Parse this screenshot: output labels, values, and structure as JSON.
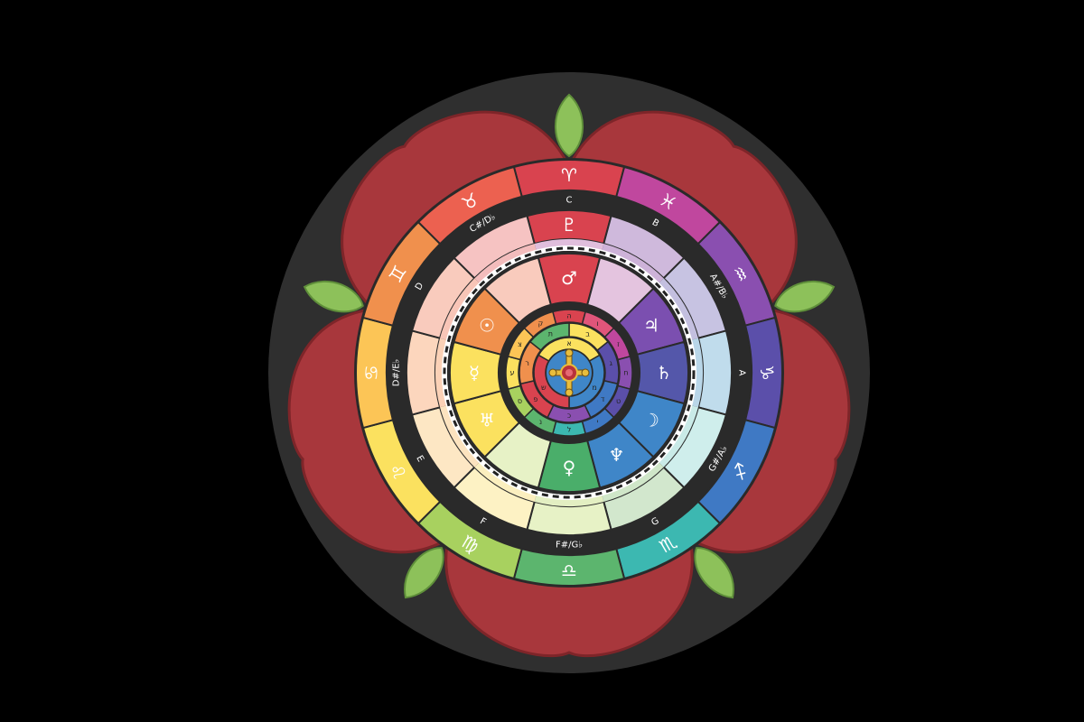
{
  "zodiac": [
    {
      "name": "aries",
      "symbol": "♈",
      "color": "#d9434f"
    },
    {
      "name": "pisces",
      "symbol": "♓",
      "color": "#c0479e"
    },
    {
      "name": "aquarius",
      "symbol": "♒",
      "color": "#8a4fb0"
    },
    {
      "name": "capricorn",
      "symbol": "♑",
      "color": "#5b4faa"
    },
    {
      "name": "sagittarius",
      "symbol": "♐",
      "color": "#3f79c4"
    },
    {
      "name": "scorpio",
      "symbol": "♏",
      "color": "#3cb8b1"
    },
    {
      "name": "libra",
      "symbol": "♎",
      "color": "#5cb56e"
    },
    {
      "name": "virgo",
      "symbol": "♍",
      "color": "#a8d15f"
    },
    {
      "name": "leo",
      "symbol": "♌",
      "color": "#fbe15f"
    },
    {
      "name": "cancer",
      "symbol": "♋",
      "color": "#fcc556"
    },
    {
      "name": "gemini",
      "symbol": "♊",
      "color": "#f0904d"
    },
    {
      "name": "taurus",
      "symbol": "♉",
      "color": "#ec6150"
    }
  ],
  "notes": [
    "C",
    "B",
    "A#/B♭",
    "A",
    "G#/A♭",
    "G",
    "F#/G♭",
    "F",
    "E",
    "D#/E♭",
    "D",
    "C#/D♭"
  ],
  "pastels": [
    "#e4c4df",
    "#cfb9dc",
    "#c7c3e2",
    "#c0dcec",
    "#cfeeec",
    "#d2e7cd",
    "#e7f2c6",
    "#fdf2c4",
    "#fde7c4",
    "#fcd6bd",
    "#f9cbbd",
    "#f6c3c2"
  ],
  "pastel_inner": [
    "#e0bedc",
    "#cdb2d8",
    "#c3bfdf",
    "#b9d6e8",
    "#c9eae7",
    "#cfe6c8",
    "#e3efc2",
    "#fbefbf",
    "#fce3bf",
    "#fbd1b6",
    "#f8c5b7",
    "#f3bcbc"
  ],
  "planets": [
    {
      "name": "mars",
      "symbol": "♂",
      "color": "#d9434f"
    },
    {
      "name": "jupiter",
      "symbol": "♃",
      "color": "#7b4fb0"
    },
    {
      "name": "saturn",
      "symbol": "♄",
      "color": "#5457aa"
    },
    {
      "name": "moon",
      "symbol": "☽",
      "color": "#3f86c8"
    },
    {
      "name": "venus",
      "symbol": "♀",
      "color": "#4aae6a"
    },
    {
      "name": "mercury",
      "symbol": "☿",
      "color": "#fbe15f"
    },
    {
      "name": "sun",
      "symbol": "☉",
      "color": "#f0904d"
    }
  ],
  "pluto": {
    "symbol": "♇",
    "color": "#d9434f"
  },
  "uranus": {
    "symbol": "♅"
  },
  "neptune": {
    "symbol": "♆"
  },
  "hebrew_outer": [
    "ה",
    "ו",
    "ז",
    "ח",
    "ט",
    "י",
    "ל",
    "נ",
    "ס",
    "ע",
    "צ",
    "ק"
  ],
  "hebrew_inner": [
    "ב",
    "ג",
    "ד",
    "כ",
    "פ",
    "ר",
    "ת"
  ],
  "hebrew_core": [
    "א",
    "מ",
    "ש"
  ],
  "colors": {
    "background": "#000000",
    "disc": "#2f2f2f",
    "ring_separator": "#2a2a2a",
    "rose_red": "#a8373c",
    "rose_red_dark": "#7e2529",
    "leaf_green": "#8dc15a",
    "leaf_green_dark": "#5f8f3a",
    "gold": "#e8bd3c"
  }
}
